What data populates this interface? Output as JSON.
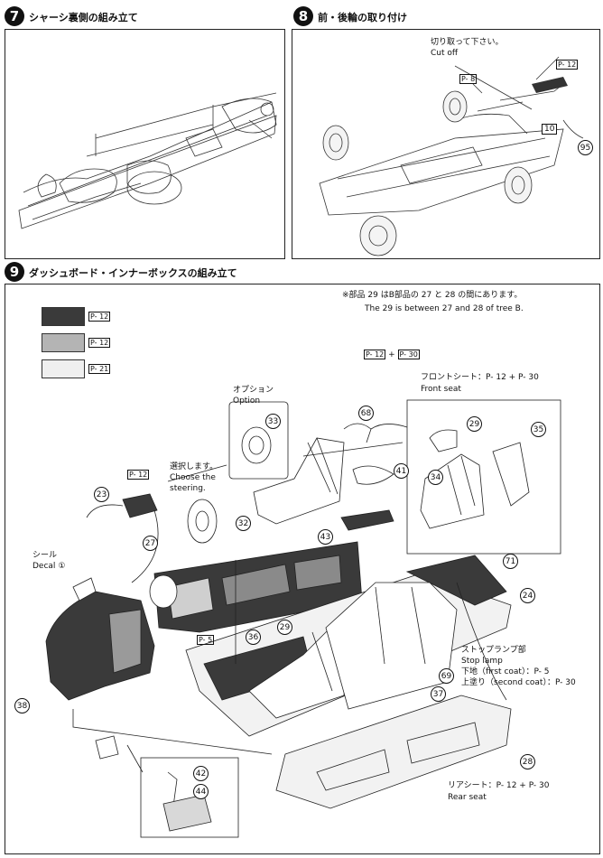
{
  "step7": {
    "num": "7",
    "title": "シャーシ裏側の組み立て"
  },
  "step8": {
    "num": "8",
    "title": "前・後輪の取り付け",
    "cut_jp": "切り取って下さい。",
    "cut_en": "Cut off",
    "paint1": "P- 8",
    "paint2": "P- 12",
    "parts": [
      "10",
      "95"
    ]
  },
  "step9": {
    "num": "9",
    "title": "ダッシュボード・インナーボックスの組み立て",
    "note_jp": "※部品 29 はB部品の 27 と 28 の間にあります。",
    "note_en": "The 29 is between 27 and 28 of tree B.",
    "legend": [
      {
        "color": "#3a3a3a",
        "label": "P- 12"
      },
      {
        "color": "#b4b4b4",
        "label": "P- 12"
      },
      {
        "color": "#efefef",
        "label": "P- 21"
      }
    ],
    "option_jp": "オプション",
    "option_en": "Option",
    "select_jp": "選択します。",
    "select_en1": "Choose the",
    "select_en2": "steering.",
    "decal_jp": "シール",
    "decal_en": "Decal",
    "decal_num": "①",
    "front_seat_jp": "フロントシート：P- 12 + P- 30",
    "front_seat_en": "Front seat",
    "paint_top": "P- 12 + P- 30",
    "paint_23": "P- 12",
    "paint_5": "P- 5",
    "stop_jp": "ストップランプ部",
    "stop_en": "Stop lamp",
    "stop_first": "下地（first coat）：P- 5",
    "stop_second": "上塗り（second coat）：P- 30",
    "rear_seat_jp": "リアシート：P- 12 + P- 30",
    "rear_seat_en": "Rear seat",
    "parts": {
      "p23": "23",
      "p27": "27",
      "p32": "32",
      "p33": "33",
      "p68": "68",
      "p41": "41",
      "p43": "43",
      "p29a": "29",
      "p35": "35",
      "p34": "34",
      "p71": "71",
      "p24": "24",
      "p29b": "29",
      "p36": "36",
      "p69": "69",
      "p37": "37",
      "p38": "38",
      "p28": "28",
      "p42": "42",
      "p44": "44"
    }
  }
}
